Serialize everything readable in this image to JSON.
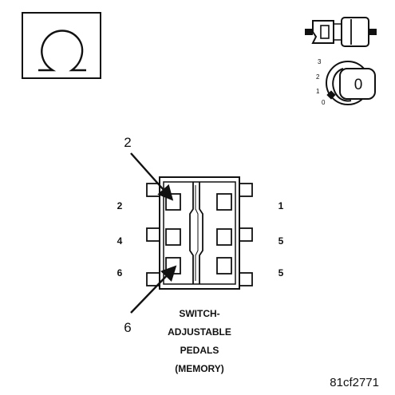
{
  "symbol": {
    "icon": "ohm-meter-icon"
  },
  "connector_icon": {
    "icon": "disconnected-connector-icon"
  },
  "ignition": {
    "icon": "ignition-key-icon",
    "positions": [
      "3",
      "2",
      "1",
      "0"
    ],
    "key_label": "0"
  },
  "connector": {
    "left_pins": [
      "2",
      "4",
      "6"
    ],
    "right_pins": [
      "1",
      "5",
      "5"
    ],
    "callouts": [
      "2",
      "6"
    ],
    "caption": [
      "SWITCH-",
      "ADJUSTABLE",
      "PEDALS",
      "(MEMORY)"
    ]
  },
  "figure_ref": "81cf2771"
}
